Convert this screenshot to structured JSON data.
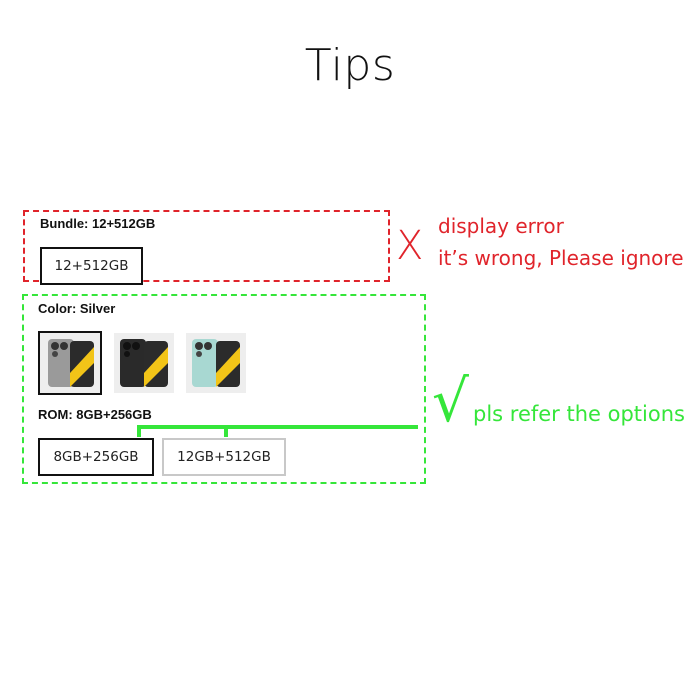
{
  "page": {
    "title": "Tips"
  },
  "wrong_section": {
    "bundle_label": "Bundle: 12+512GB",
    "option": "12+512GB",
    "mark": "X",
    "note_line1": "display error",
    "note_line2": "it’s wrong, Please ignore",
    "color": "#e0242b"
  },
  "correct_section": {
    "color_label": "Color: Silver",
    "colors": [
      {
        "name": "silver",
        "icon": "phone-silver-icon",
        "selected": true
      },
      {
        "name": "black",
        "icon": "phone-black-icon",
        "selected": false
      },
      {
        "name": "teal",
        "icon": "phone-teal-icon",
        "selected": false
      }
    ],
    "rom_label": "ROM: 8GB+256GB",
    "rom_options": [
      {
        "label": "8GB+256GB",
        "selected": true
      },
      {
        "label": "12GB+512GB",
        "selected": false
      }
    ],
    "mark": "√",
    "note": "pls refer the options",
    "color": "#35e63a"
  }
}
